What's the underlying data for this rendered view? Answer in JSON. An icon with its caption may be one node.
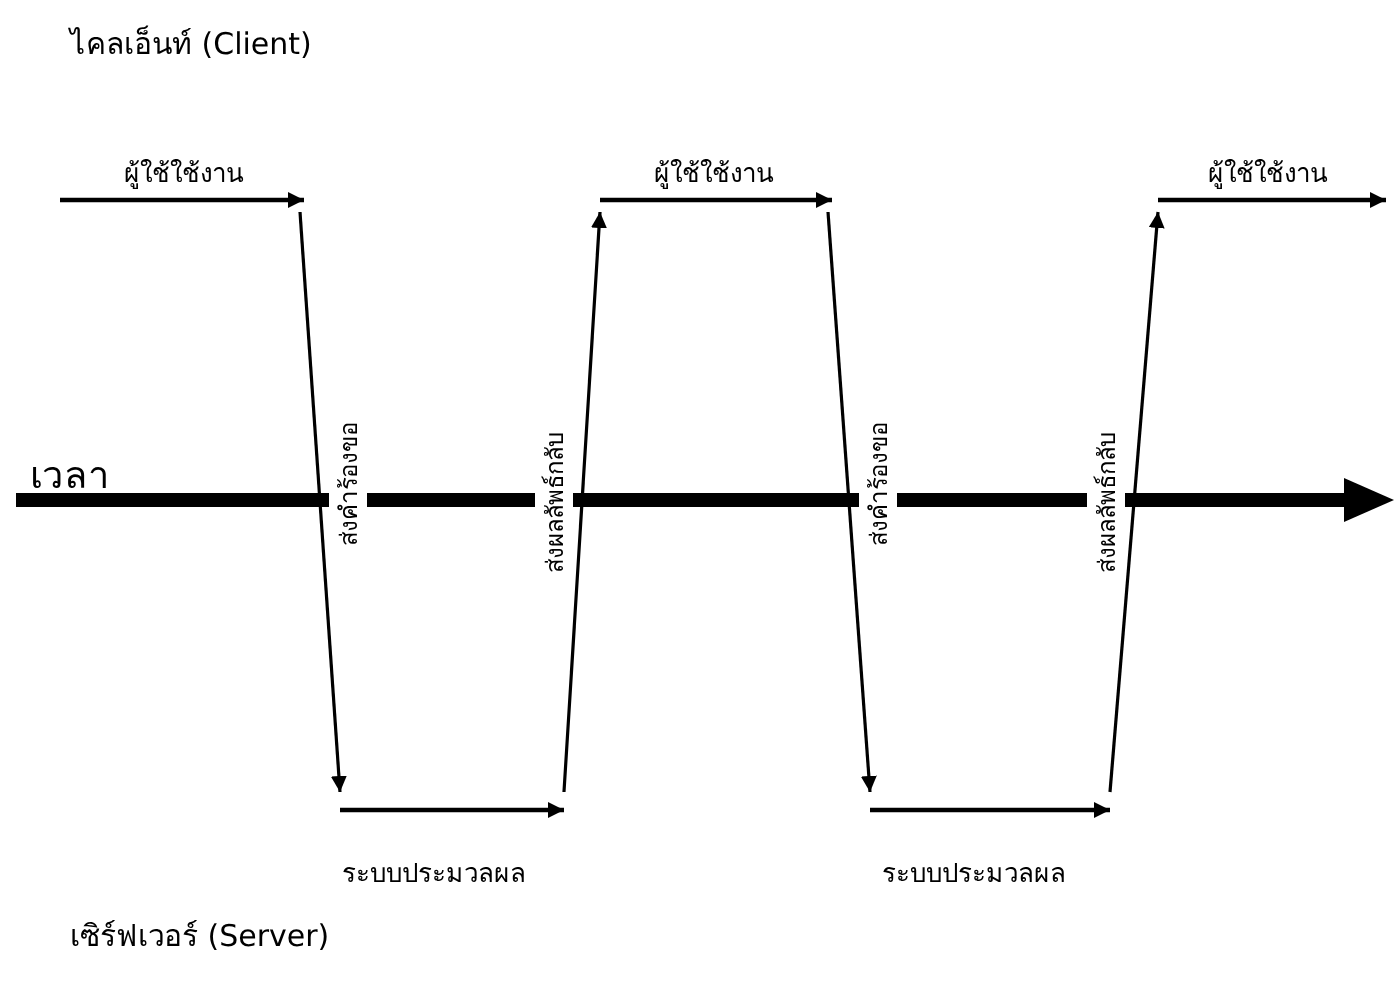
{
  "diagram": {
    "nodes": [
      {
        "text": [
          "ผู้ใช้ใช้งาน"
        ]
      },
      {
        "text": [
          "ระบบประมวลผล"
        ]
      },
      {
        "text": [
          "ผู้ใช้ใช้งาน"
        ]
      },
      {
        "text": [
          "ระบบประมวลผล"
        ]
      },
      {
        "text": [
          "ผู้ใช้ใช้งาน"
        ]
      }
    ],
    "edges": [
      {
        "from": 0,
        "to": 1,
        "arrow": "to",
        "label": "ส่งคำร้องขอ"
      },
      {
        "from": 1,
        "to": 2,
        "arrow": "to",
        "label": "ส่งผลลัพธ์กลับ"
      },
      {
        "from": 2,
        "to": 3,
        "arrow": "to",
        "label": "ส่งคำร้องขอ"
      },
      {
        "from": 3,
        "to": 4,
        "arrow": "to",
        "label": "ส่งผลลัพธ์กลับ"
      }
    ],
    "labels": [
      "ไคลเอ็นท์ (Client)",
      "เวลา",
      "เซิร์ฟเวอร์ (Server)"
    ]
  }
}
